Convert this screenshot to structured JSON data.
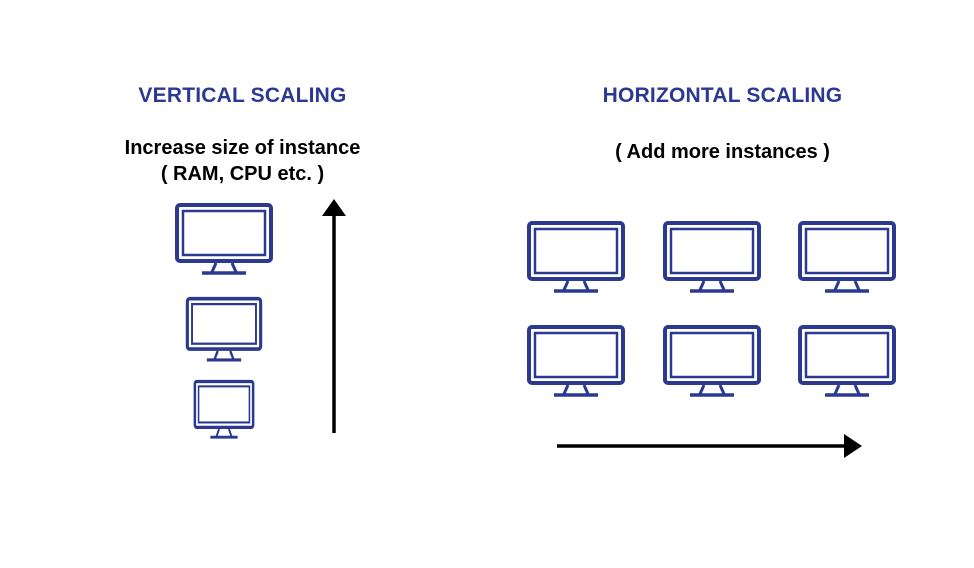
{
  "colors": {
    "heading": "#2b3990",
    "monitor": "#2b3990",
    "arrow": "#000000",
    "background": "#ffffff"
  },
  "vertical": {
    "heading": "VERTICAL SCALING",
    "description_line1": "Increase size of instance",
    "description_line2": "( RAM, CPU etc. )",
    "monitor_count": 3,
    "arrow_direction": "up"
  },
  "horizontal": {
    "heading": "HORIZONTAL SCALING",
    "description": "( Add more instances )",
    "monitor_rows": 2,
    "monitor_columns": 3,
    "arrow_direction": "right"
  },
  "icons": {
    "monitor": "monitor-icon",
    "vertical_arrow": "arrow-up-icon",
    "horizontal_arrow": "arrow-right-icon"
  }
}
